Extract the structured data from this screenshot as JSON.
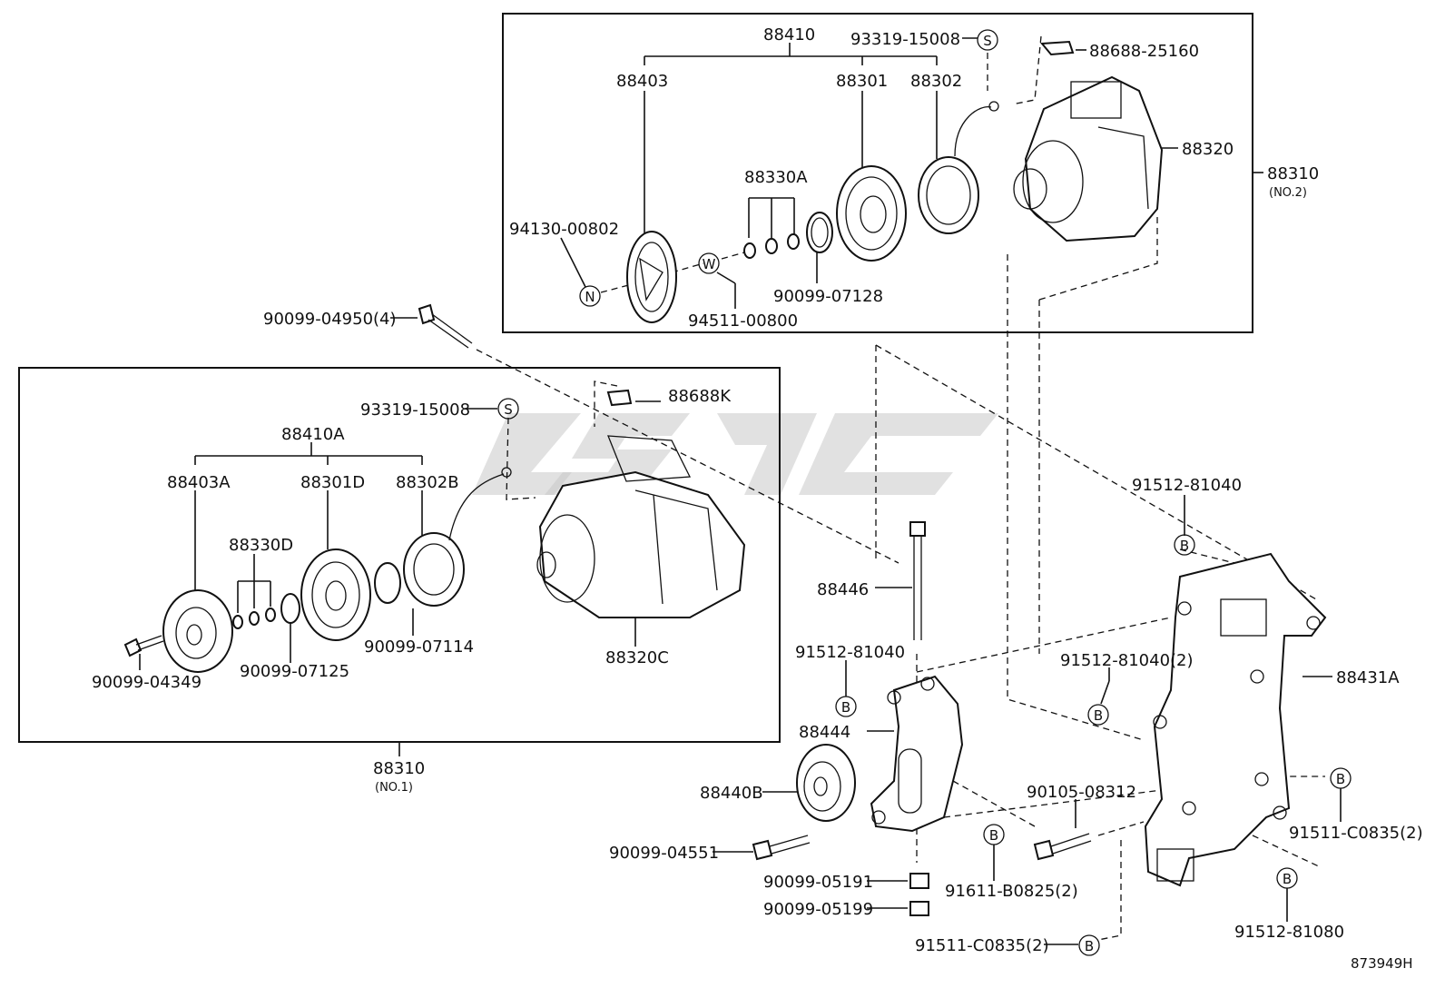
{
  "labels": {
    "top_88410": "88410",
    "top_93319": "93319-15008",
    "top_88688": "88688-25160",
    "top_88403": "88403",
    "top_88301": "88301",
    "top_88302": "88302",
    "top_88320": "88320",
    "top_88310": "88310",
    "top_88310_sub": "(NO.2)",
    "top_88330A": "88330A",
    "top_94130": "94130-00802",
    "top_90099_07128": "90099-07128",
    "top_94511": "94511-00800",
    "bolt_90099_04950": "90099-04950(4)",
    "left_93319": "93319-15008",
    "left_88688K": "88688K",
    "left_88410A": "88410A",
    "left_88403A": "88403A",
    "left_88301D": "88301D",
    "left_88302B": "88302B",
    "left_88330D": "88330D",
    "left_88320C": "88320C",
    "left_90099_04349": "90099-04349",
    "left_90099_07125": "90099-07125",
    "left_90099_07114": "90099-07114",
    "left_88310": "88310",
    "left_88310_sub": "(NO.1)",
    "r_88446": "88446",
    "r_91512_81040_a": "91512-81040",
    "r_91512_81040_b": "91512-81040",
    "r_91512_81040_2": "91512-81040(2)",
    "r_88431A": "88431A",
    "r_88444": "88444",
    "r_88440B": "88440B",
    "r_90105_08312": "90105-08312",
    "r_91511_C0835_a": "91511-C0835(2)",
    "r_90099_04551": "90099-04551",
    "r_91611_B0825": "91611-B0825(2)",
    "r_90099_05191": "90099-05191",
    "r_90099_05199": "90099-05199",
    "r_91512_81080": "91512-81080",
    "r_91511_C0835_b": "91511-C0835(2)",
    "ref_code": "873949H"
  },
  "callouts": {
    "S": "S",
    "W": "W",
    "N": "N",
    "B": "B"
  }
}
